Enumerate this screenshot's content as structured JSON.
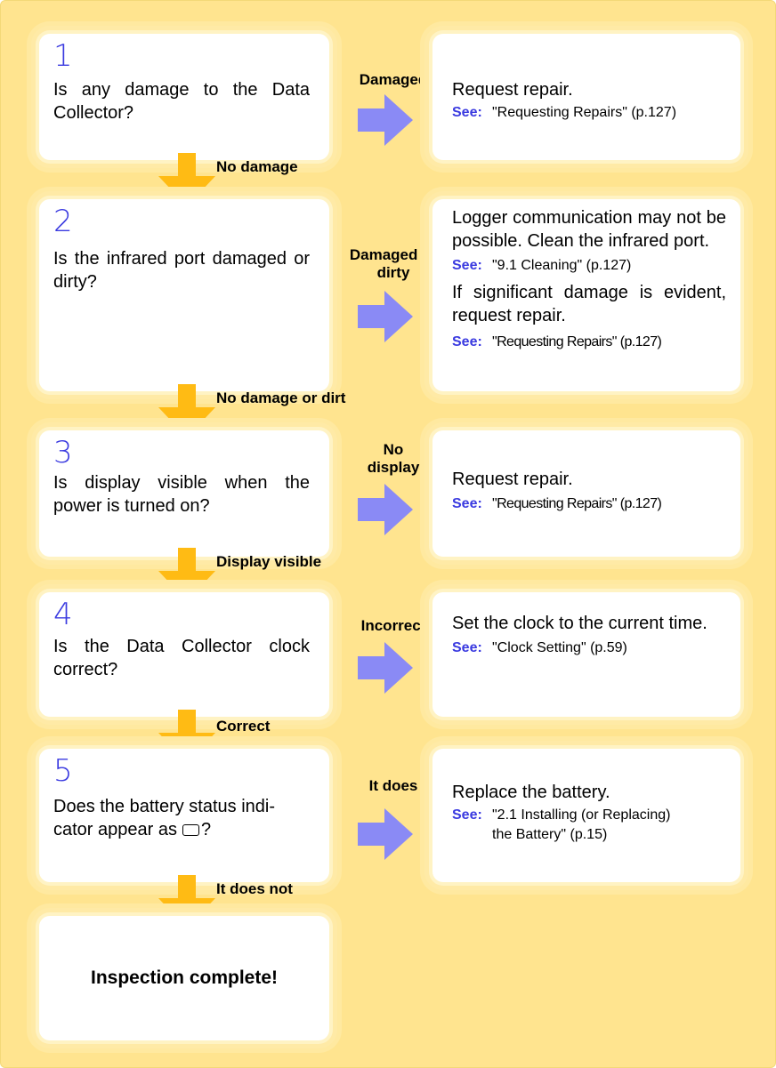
{
  "steps": [
    {
      "number": "1",
      "question": "Is any damage to the Data Collector?",
      "condition": "Damaged",
      "action": [
        "Request repair."
      ],
      "see": [
        {
          "label": "See:",
          "ref": "\"Requesting Repairs\" (p.127)"
        }
      ],
      "next_label": "No damage"
    },
    {
      "number": "2",
      "question": "Is the infrared port damaged or dirty?",
      "condition": "Damaged or dirty",
      "action": [
        "Logger communication may not be possible. Clean the infrared port.",
        "If significant damage is evident, request repair."
      ],
      "see": [
        {
          "label": "See:",
          "ref": "\"9.1  Cleaning\" (p.127)"
        },
        {
          "label": "See:",
          "ref": "\"Requesting Repairs\" (p.127)"
        }
      ],
      "next_label": "No damage or dirt"
    },
    {
      "number": "3",
      "question": "Is display visible when the power is turned on?",
      "condition": "No display",
      "action": [
        "Request repair."
      ],
      "see": [
        {
          "label": "See:",
          "ref": "\"Requesting Repairs\" (p.127)"
        }
      ],
      "next_label": "Display visible"
    },
    {
      "number": "4",
      "question": "Is the Data Collector clock correct?",
      "condition": "Incorrect",
      "action": [
        "Set the clock to the current time."
      ],
      "see": [
        {
          "label": "See:",
          "ref": "\"Clock Setting\" (p.59)"
        }
      ],
      "next_label": "Correct"
    },
    {
      "number": "5",
      "question_part1": "Does the battery status indi-",
      "question_part2": "cator appear as",
      "question_end": "?",
      "condition": "It does",
      "action": [
        "Replace the battery."
      ],
      "see": [
        {
          "label": "See:",
          "ref": "\"2.1  Installing (or Replacing)",
          "ref2": "the Battery\" (p.15)"
        }
      ],
      "next_label": "It does not"
    }
  ],
  "final": "Inspection complete!",
  "colors": {
    "background": "#ffe48f",
    "box": "#ffffff",
    "down_arrow": "#ffbb14",
    "right_arrow": "#8a8af5",
    "step_number": "#3a3ae0",
    "see_label": "#3a3ae0"
  }
}
